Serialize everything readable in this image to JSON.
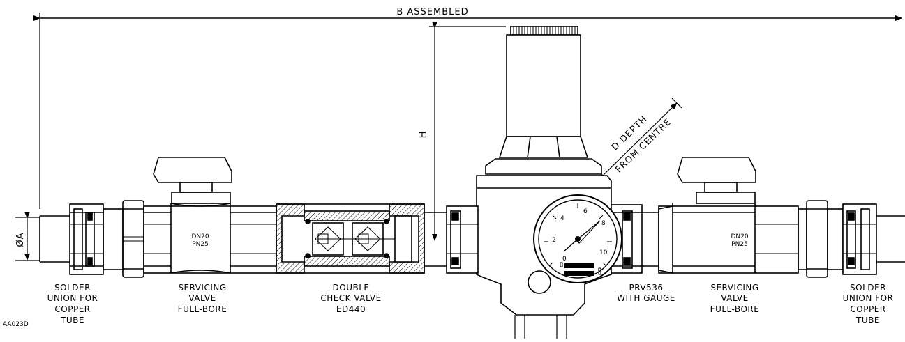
{
  "drawing_code": "AA023D",
  "dimensions": {
    "assembled": "B  ASSEMBLED",
    "height": "H",
    "diameter": "ØA",
    "depth_line1": "D DEPTH",
    "depth_line2": "FROM CENTRE"
  },
  "valve_marking": {
    "line1": "DN20",
    "line2": "PN25"
  },
  "gauge": {
    "ticks": [
      "0",
      "2",
      "4",
      "6",
      "8",
      "10"
    ],
    "logo_text_1": "~~~",
    "logo_text_2": "~~~"
  },
  "components": [
    {
      "lines": [
        "SOLDER",
        "UNION FOR",
        "COPPER",
        "TUBE"
      ]
    },
    {
      "lines": [
        "SERVICING",
        "VALVE",
        "FULL-BORE"
      ]
    },
    {
      "lines": [
        "DOUBLE",
        "CHECK VALVE",
        "ED440"
      ]
    },
    {
      "lines": [
        "PRV536",
        "WITH GAUGE"
      ]
    },
    {
      "lines": [
        "SERVICING",
        "VALVE",
        "FULL-BORE"
      ]
    },
    {
      "lines": [
        "SOLDER",
        "UNION FOR",
        "COPPER",
        "TUBE"
      ]
    }
  ]
}
